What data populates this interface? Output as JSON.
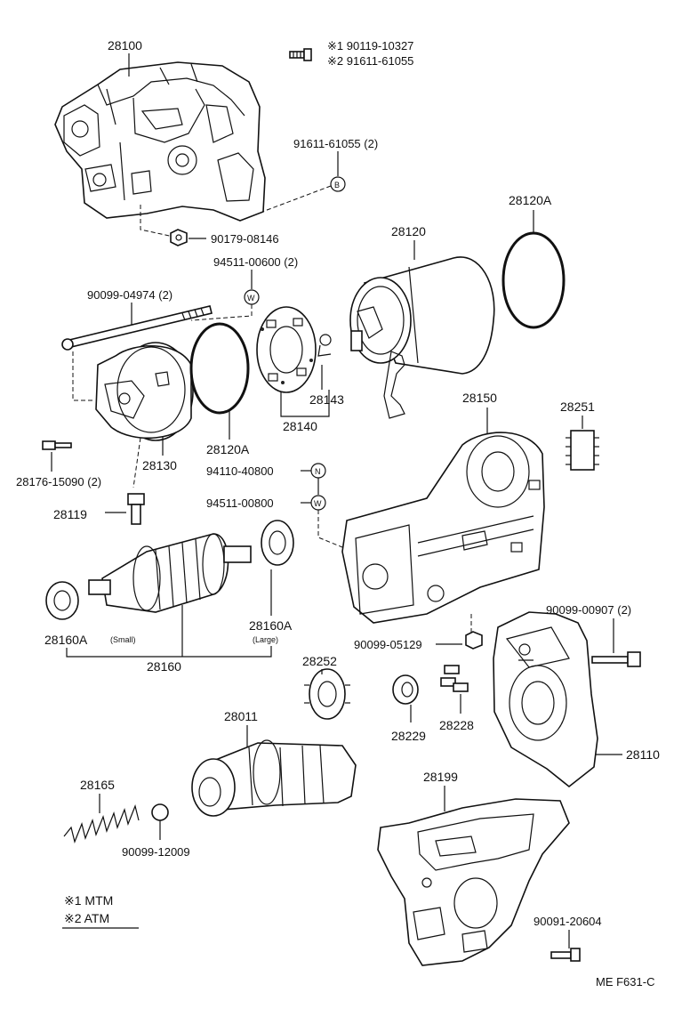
{
  "labels": {
    "p28100": "28100",
    "note_mtm_part": "※1 90119-10327",
    "note_atm_part": "※2 91611-61055",
    "p91611_61055": "91611-61055 (2)",
    "p90179_08146": "90179-08146",
    "p94511_00600": "94511-00600 (2)",
    "p90099_04974": "90099-04974 (2)",
    "p28120": "28120",
    "p28120A_top": "28120A",
    "p28143": "28143",
    "p28140": "28140",
    "p28120A_mid": "28120A",
    "p28130": "28130",
    "p28176": "28176-15090 (2)",
    "p28119": "28119",
    "p28150": "28150",
    "p28251": "28251",
    "p94110": "94110-40800",
    "p94511_00800": "94511-00800",
    "p28160A_small": "28160A",
    "small_tag": "(Small)",
    "p28160A_large": "28160A",
    "large_tag": "(Large)",
    "p28160": "28160",
    "p90099_05129": "90099-05129",
    "p90099_00907": "90099-00907 (2)",
    "p28252": "28252",
    "p28011": "28011",
    "p28229": "28229",
    "p28228": "28228",
    "p28110": "28110",
    "p28165": "28165",
    "p90099_12009": "90099-12009",
    "p28199": "28199",
    "legend_1": "※1 MTM",
    "legend_2": "※2 ATM",
    "p90091": "90091-20604",
    "footer": "ME  F631-C"
  },
  "callouts": {
    "B": "B",
    "W1": "W",
    "N": "N",
    "W2": "W"
  }
}
